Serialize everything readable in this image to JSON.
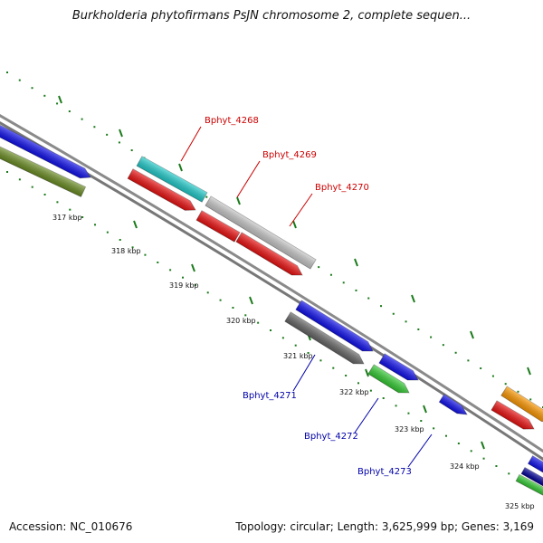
{
  "title": "Burkholderia phytofirmans PsJN chromosome 2, complete sequen...",
  "footer": {
    "accession": "Accession: NC_010676",
    "stats": "Topology: circular; Length: 3,625,999 bp; Genes: 3,169"
  },
  "ticks": [
    {
      "label": "317 kbp"
    },
    {
      "label": "318 kbp"
    },
    {
      "label": "319 kbp"
    },
    {
      "label": "320 kbp"
    },
    {
      "label": "321 kbp"
    },
    {
      "label": "322 kbp"
    },
    {
      "label": "323 kbp"
    },
    {
      "label": "324 kbp"
    },
    {
      "label": "325 kbp"
    }
  ],
  "genes": [
    {
      "name": "Bphyt_4268",
      "color": "#cc0000"
    },
    {
      "name": "Bphyt_4269",
      "color": "#cc0000"
    },
    {
      "name": "Bphyt_4270",
      "color": "#cc0000"
    },
    {
      "name": "Bphyt_4271",
      "color": "#0000aa"
    },
    {
      "name": "Bphyt_4272",
      "color": "#0000aa"
    },
    {
      "name": "Bphyt_4273",
      "color": "#0000aa"
    }
  ],
  "colors": {
    "backbone": "#8a8a8a",
    "tick": "#1a7a1a",
    "blue": "#1010ee",
    "red": "#ee1111",
    "cyan": "#22cccc",
    "light_gray": "#c8c8c8",
    "dark_gray": "#666666",
    "green": "#33cc33",
    "olive": "#6b8e23",
    "orange": "#ff9900",
    "navy": "#000099"
  }
}
